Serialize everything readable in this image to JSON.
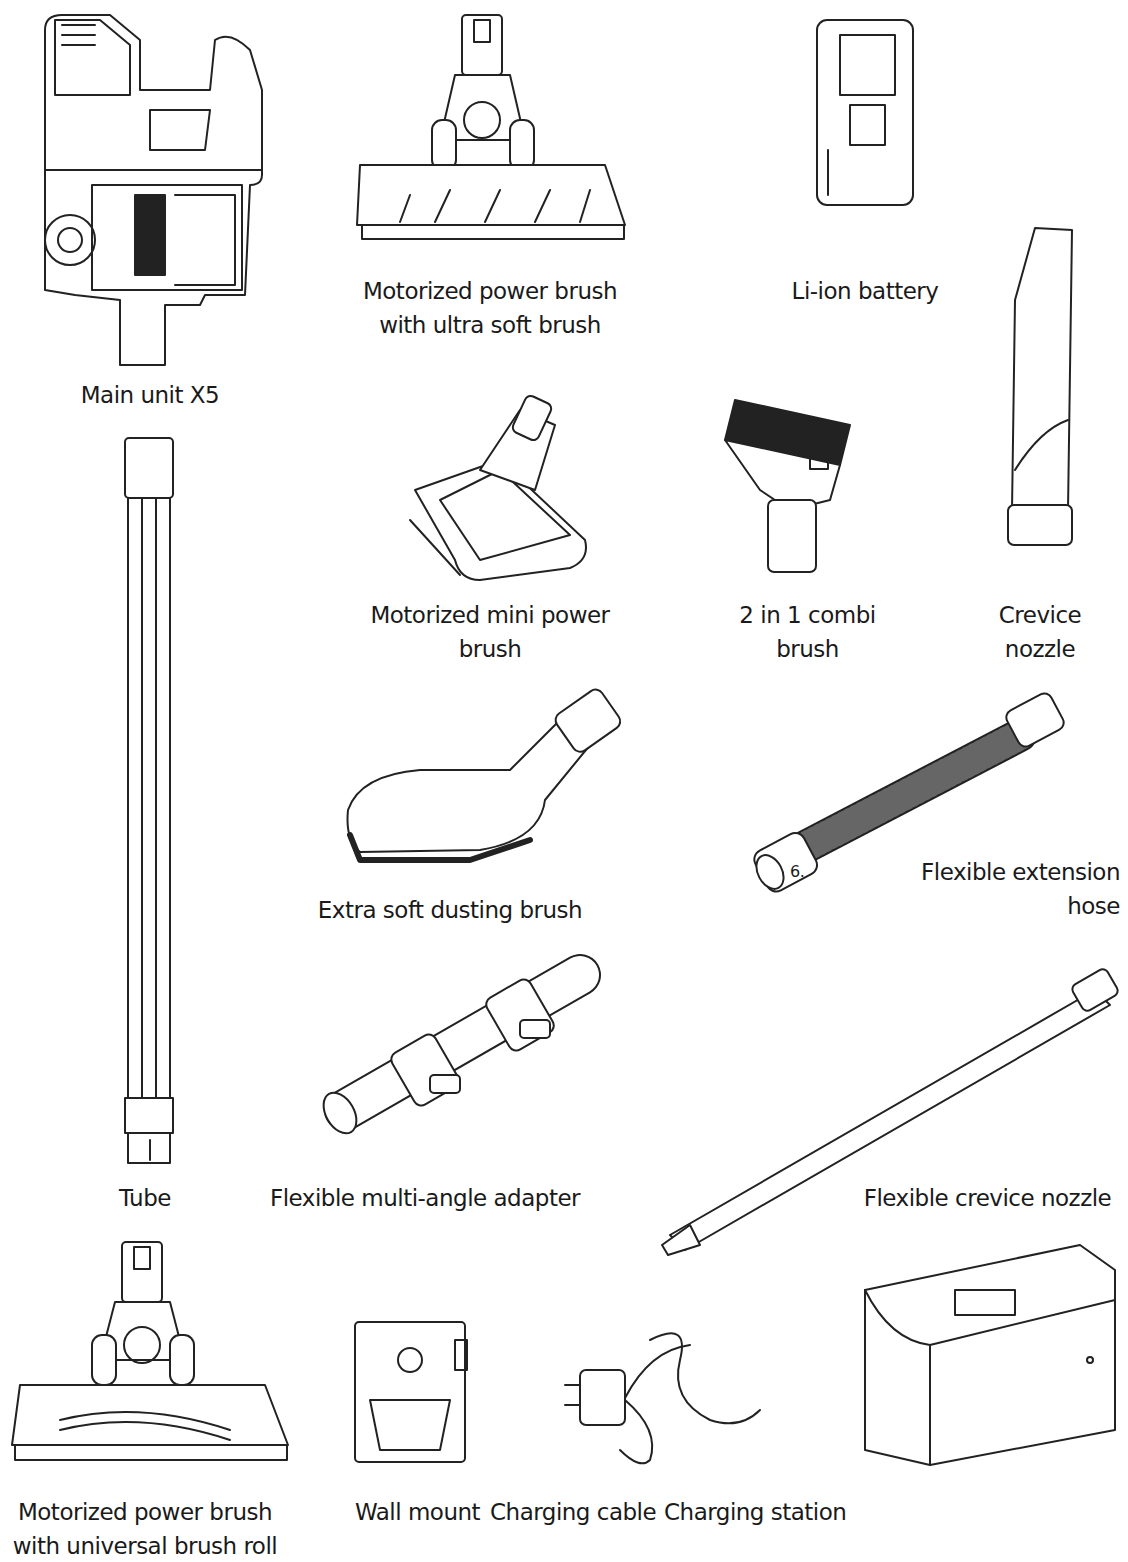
{
  "diagram": {
    "labels": [
      "Main unit X5",
      "Motorized power brush with ultra soft brush",
      "Li-ion battery",
      "Motorized mini power brush",
      "2 in 1 combi brush",
      "Crevice nozzle",
      "Extra soft dusting brush",
      "6.",
      "Flexible extension hose",
      "Tube",
      "Flexible multi-angle adapter",
      "Flexible crevice nozzle",
      "Motorized power brush with universal brush roll",
      "Wall mount",
      "Charging cable",
      "Charging station"
    ]
  }
}
